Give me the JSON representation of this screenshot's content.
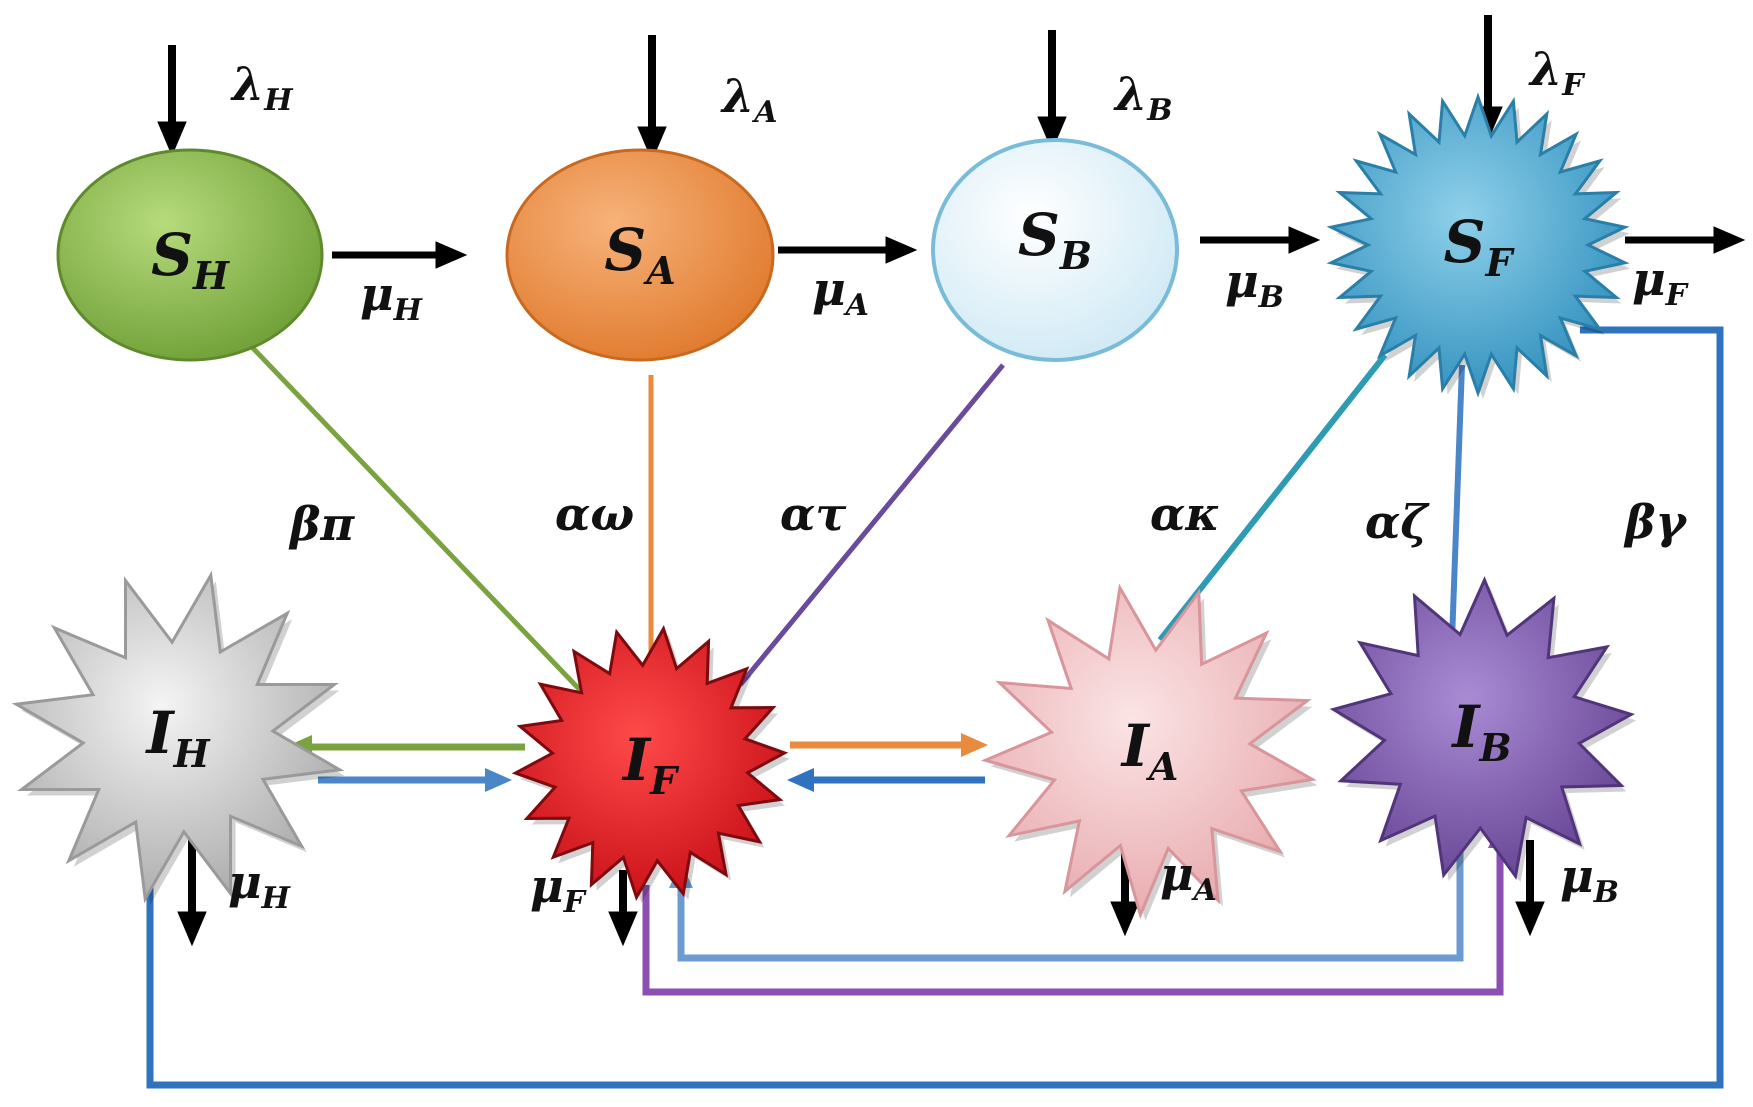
{
  "nodes": {
    "SH": {
      "main": "S",
      "sub": "H",
      "color": "#8dbb4f"
    },
    "SA": {
      "main": "S",
      "sub": "A",
      "color": "#f0944b"
    },
    "SB": {
      "main": "S",
      "sub": "B",
      "color": "#e6f4fa"
    },
    "SF": {
      "main": "S",
      "sub": "F",
      "color": "#4aa8cf"
    },
    "IH": {
      "main": "I",
      "sub": "H",
      "color": "#cfcfcf"
    },
    "IF": {
      "main": "I",
      "sub": "F",
      "color": "#e8202a"
    },
    "IA": {
      "main": "I",
      "sub": "A",
      "color": "#f2c6c8"
    },
    "IB": {
      "main": "I",
      "sub": "B",
      "color": "#8566b4"
    }
  },
  "recruitment": {
    "H": {
      "main": "λ",
      "sub": "H"
    },
    "A": {
      "main": "λ",
      "sub": "A"
    },
    "B": {
      "main": "λ",
      "sub": "B"
    },
    "F": {
      "main": "λ",
      "sub": "F"
    }
  },
  "mortality": {
    "SH": {
      "main": "μ",
      "sub": "H"
    },
    "SA": {
      "main": "μ",
      "sub": "A"
    },
    "SB": {
      "main": "μ",
      "sub": "B"
    },
    "SF": {
      "main": "μ",
      "sub": "F"
    },
    "IH": {
      "main": "μ",
      "sub": "H"
    },
    "IF": {
      "main": "μ",
      "sub": "F"
    },
    "IA": {
      "main": "μ",
      "sub": "A"
    },
    "IB": {
      "main": "μ",
      "sub": "B"
    }
  },
  "transmission": {
    "beta_pi": "βπ",
    "alpha_omega": "αω",
    "alpha_tau": "ατ",
    "alpha_kappa": "ακ",
    "alpha_zeta": "αζ",
    "beta_gamma": "βγ"
  },
  "link_colors": {
    "green": "#7aa33f",
    "orange": "#ea8a3c",
    "purple": "#6a4a9c",
    "teal": "#2c9bb3",
    "blue": "#3a78c0",
    "mid_blue": "#4a86c8",
    "pale_blue": "#6b9bd0",
    "violet": "#8a4fb0"
  }
}
